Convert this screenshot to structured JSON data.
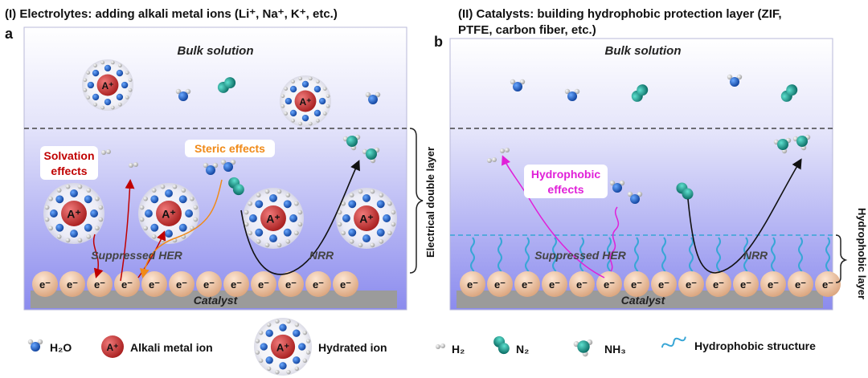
{
  "panel_a": {
    "letter": "a",
    "title": "(I) Electrolytes: adding alkali metal ions (Li⁺, Na⁺, K⁺, etc.)",
    "bulk_label": "Bulk solution",
    "solvation_line1": "Solvation",
    "solvation_line2": "effects",
    "steric_label": "Steric effects",
    "her_label": "Suppressed HER",
    "nrr_label": "NRR",
    "catalyst_label": "Catalyst",
    "ion_label": "A⁺"
  },
  "panel_b": {
    "letter": "b",
    "title_line1": "(II) Catalysts: building hydrophobic protection layer (ZIF,",
    "title_line2": "PTFE, carbon fiber, etc.)",
    "bulk_label": "Bulk solution",
    "hydrophobic_line1": "Hydrophobic",
    "hydrophobic_line2": "effects",
    "her_label": "Suppressed HER",
    "nrr_label": "NRR",
    "catalyst_label": "Catalyst"
  },
  "side_labels": {
    "edl": "Electrical double layer",
    "hydrophobic_layer": "Hydrophobic layer"
  },
  "electron_label": "e⁻",
  "legend": {
    "h2o": "H₂O",
    "alkali": "Alkali metal ion",
    "hydrated": "Hydrated ion",
    "h2": "H₂",
    "n2": "N₂",
    "nh3": "NH₃",
    "hydrophobic": "Hydrophobic structure"
  },
  "colors": {
    "bulk_top": "#ffffff",
    "bulk_bottom": "#e6e6fb",
    "edl_bottom": "#8888ee",
    "catalyst": "#9b9b9b",
    "electron": "#f1c7a6",
    "ion": "#c23a3a",
    "water_o": "#1f63c8",
    "nitrogen": "#17a89a",
    "solvation_text": "#c00000",
    "steric_text": "#f08a18",
    "hydrophobic_text": "#e020d8",
    "wave": "#38a6d6"
  }
}
